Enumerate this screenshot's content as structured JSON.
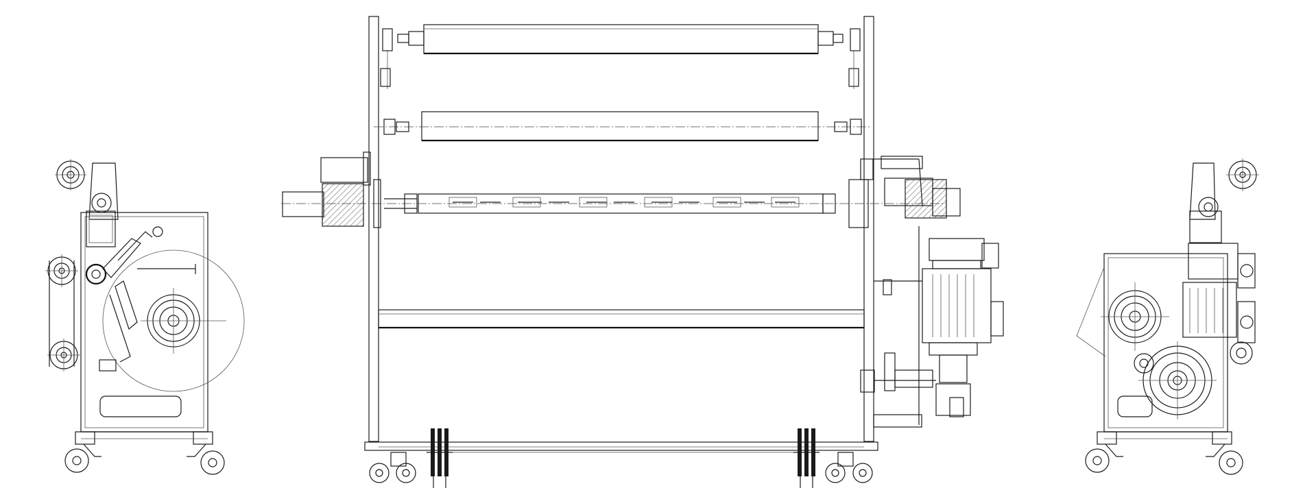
{
  "drawing": {
    "views": [
      {
        "id": "left-side-view"
      },
      {
        "id": "front-elevation"
      },
      {
        "id": "right-side-view"
      }
    ],
    "colors": {
      "background": "#ffffff",
      "line": "#1a1a1a",
      "thin_line": "#555555"
    }
  }
}
